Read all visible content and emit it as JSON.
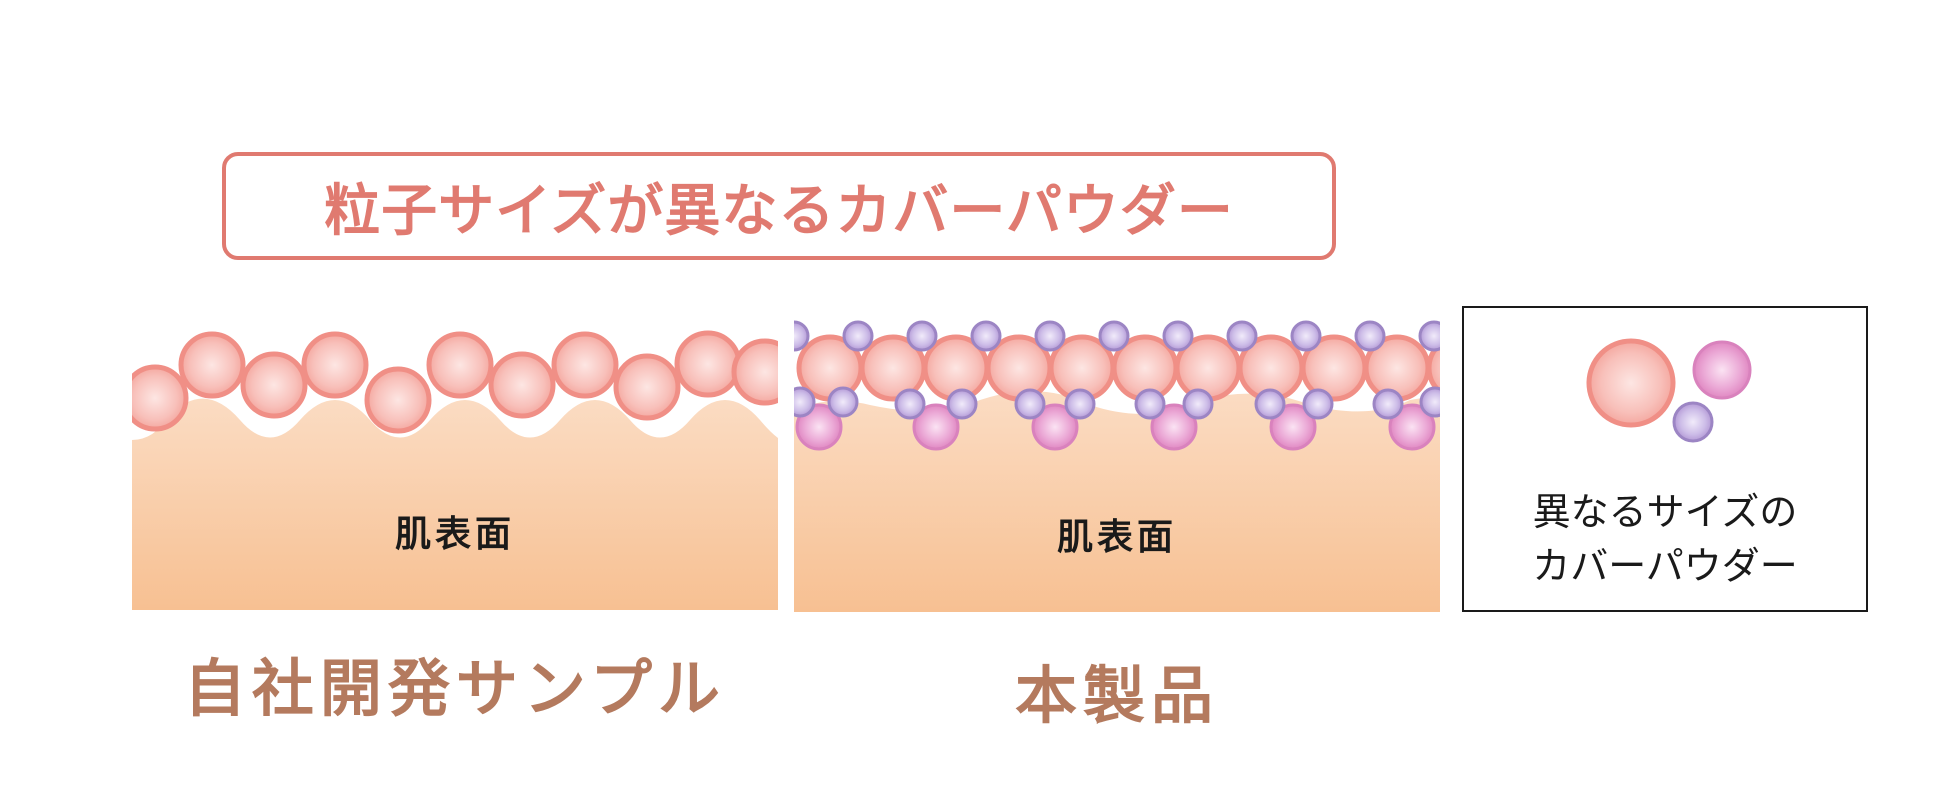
{
  "title": "粒子サイズが異なるカバーパウダー",
  "left_panel": {
    "skin_label": "肌表面",
    "caption": "自社開発サンプル"
  },
  "right_panel": {
    "skin_label": "肌表面",
    "caption": "本製品"
  },
  "legend": {
    "line1": "異なるサイズの",
    "line2": "カバーパウダー"
  },
  "colors": {
    "accent": "#e07a70",
    "caption": "#b47a5e",
    "skin_top": "#fbdcc3",
    "skin_bottom": "#f7c092",
    "large_particle": "#f4a09a",
    "medium_particle": "#e38bc3",
    "small_particle": "#b8a0d6"
  }
}
